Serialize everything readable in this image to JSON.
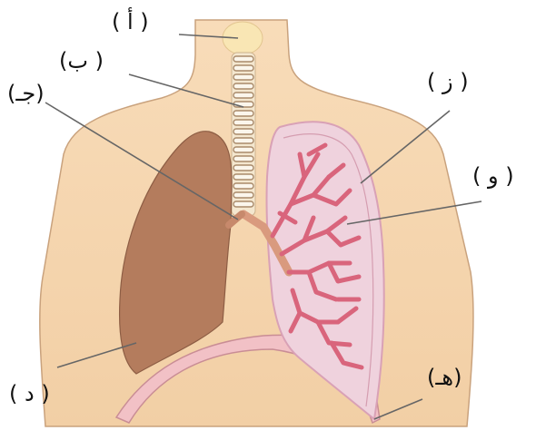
{
  "diagram": {
    "labels": {
      "a": "( أ )",
      "b": "(ب )",
      "c": "(جـ)",
      "d": "( د )",
      "e": "(هـ)",
      "f": "( و )",
      "g": "( ز )"
    }
  },
  "colors": {
    "skin": "#f6d5ae",
    "skin_outline": "#c9a27d",
    "left_lung": "#b47c5d",
    "right_lung_fill": "#efd2dd",
    "right_lung_outline": "#d9a1b6",
    "bronchi": "#d9657c",
    "diaphragm": "#f2c1c6",
    "trachea_rings": "#f3efe7",
    "leader_line": "#666666"
  }
}
